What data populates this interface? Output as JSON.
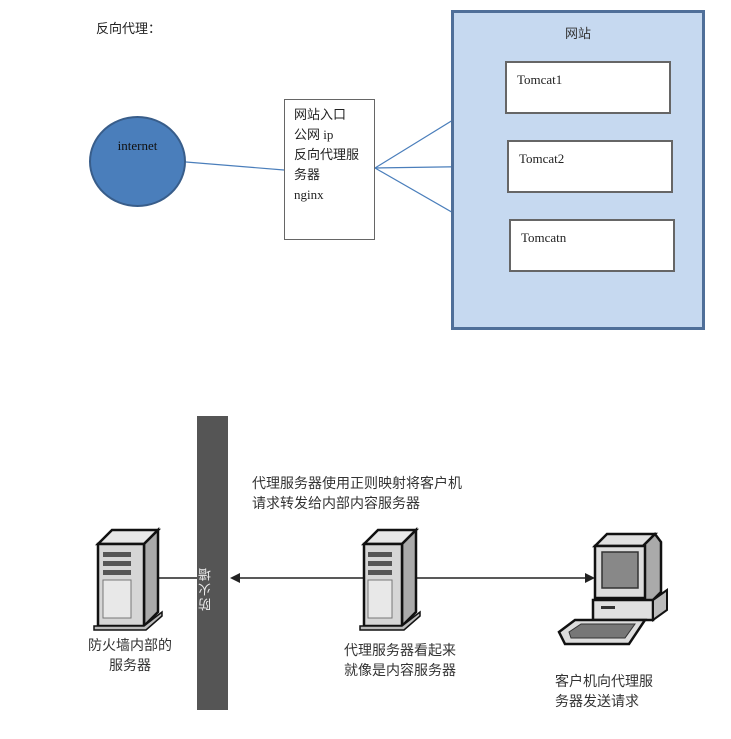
{
  "top_diagram": {
    "title": "反向代理：",
    "internet_label": "internet",
    "proxy_box_lines": [
      "网站入口",
      "公网 ip",
      "反向代理服",
      "务器",
      "nginx"
    ],
    "website_label": "网站",
    "tomcats": [
      "Tomcat1",
      "Tomcat2",
      "Tomcatn"
    ],
    "colors": {
      "internet_fill": "#4a7ebb",
      "website_fill": "#c6d9f0",
      "website_border": "#4f6f99",
      "connector": "#4a7ebb"
    }
  },
  "bottom_diagram": {
    "firewall_label": "防火墙",
    "proxy_description": [
      "代理服务器使用正则映射将客户机",
      "请求转发给内部内容服务器"
    ],
    "internal_server_caption": [
      "防火墙内部的",
      "服务器"
    ],
    "proxy_server_caption": [
      "代理服务器看起来",
      "就像是内容服务器"
    ],
    "client_caption": [
      "客户机向代理服",
      "务器发送请求"
    ],
    "colors": {
      "firewall": "#555555",
      "arrow": "#222222"
    }
  }
}
